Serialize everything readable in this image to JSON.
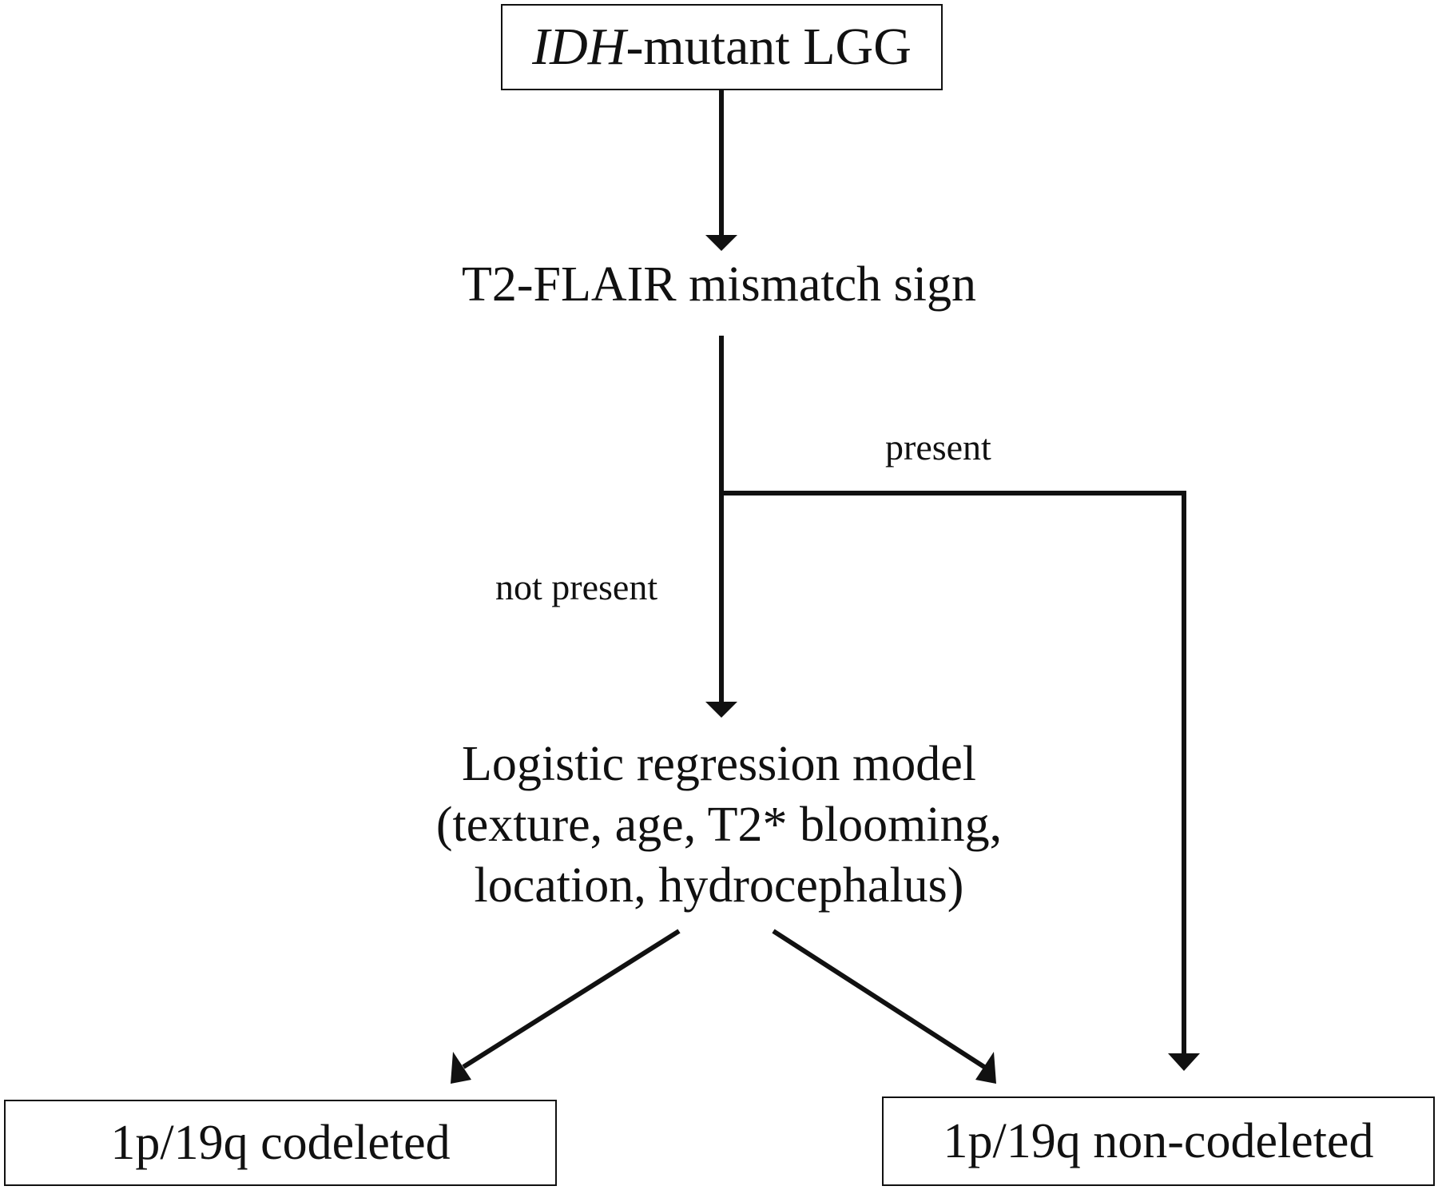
{
  "diagram": {
    "root": {
      "italic_part": "IDH",
      "rest": "-mutant LGG"
    },
    "step": {
      "label": "T2-FLAIR mismatch sign"
    },
    "branches": {
      "present": "present",
      "not_present": "not present"
    },
    "model": {
      "lines": [
        "Logistic regression model",
        "(texture, age, T2* blooming,",
        "location, hydrocephalus)"
      ]
    },
    "outcomes": {
      "codeleted": "1p/19q codeleted",
      "non_codeleted": "1p/19q non-codeleted"
    }
  }
}
